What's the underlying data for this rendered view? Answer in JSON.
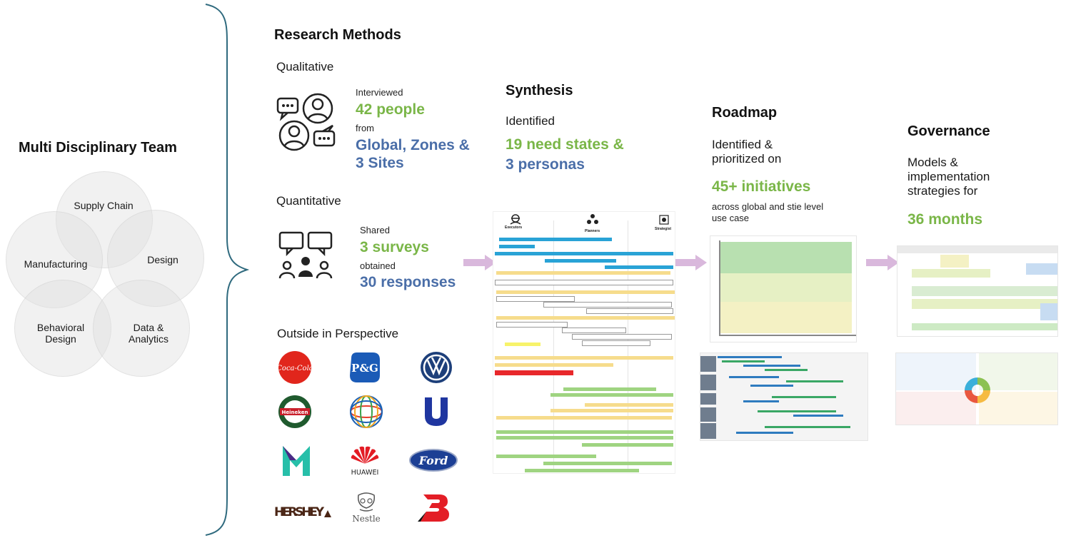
{
  "team": {
    "title": "Multi Disciplinary Team",
    "disciplines": [
      "Supply Chain",
      "Manufacturing",
      "Design",
      "Behavioral Design",
      "Data & Analytics"
    ]
  },
  "research": {
    "title": "Research Methods",
    "qualitative": {
      "label": "Qualitative",
      "line1": "Interviewed",
      "highlight1": "42 people",
      "line2": "from",
      "highlight2": "Global, Zones & 3 Sites"
    },
    "quantitative": {
      "label": "Quantitative",
      "line1": "Shared",
      "highlight1": "3 surveys",
      "line2": "obtained",
      "highlight2": "30 responses"
    },
    "outside": {
      "label": "Outside in Perspective",
      "logos": [
        "Coca-Cola",
        "P&G",
        "Volkswagen",
        "Heineken",
        "PepsiCo",
        "Unilever",
        "Mondelez",
        "HUAWEI",
        "Ford",
        "HERSHEY",
        "Nestle",
        "Bridgestone"
      ]
    }
  },
  "synthesis": {
    "title": "Synthesis",
    "sub": "Identified",
    "highlight1": "19 need states &",
    "highlight2": "3 personas",
    "personas": [
      "Executors",
      "Planners",
      "Strategist"
    ]
  },
  "roadmap": {
    "title": "Roadmap",
    "sub": "Identified & prioritized on",
    "highlight": "45+ initiatives",
    "note": "across global and stie level use case"
  },
  "governance": {
    "title": "Governance",
    "sub": "Models & implementation strategies for",
    "highlight": "36 months"
  },
  "colors": {
    "green": "#7ab648",
    "blue": "#4a6ea8",
    "arrow": "#d9b8dc",
    "bracket": "#2f6a7e"
  }
}
